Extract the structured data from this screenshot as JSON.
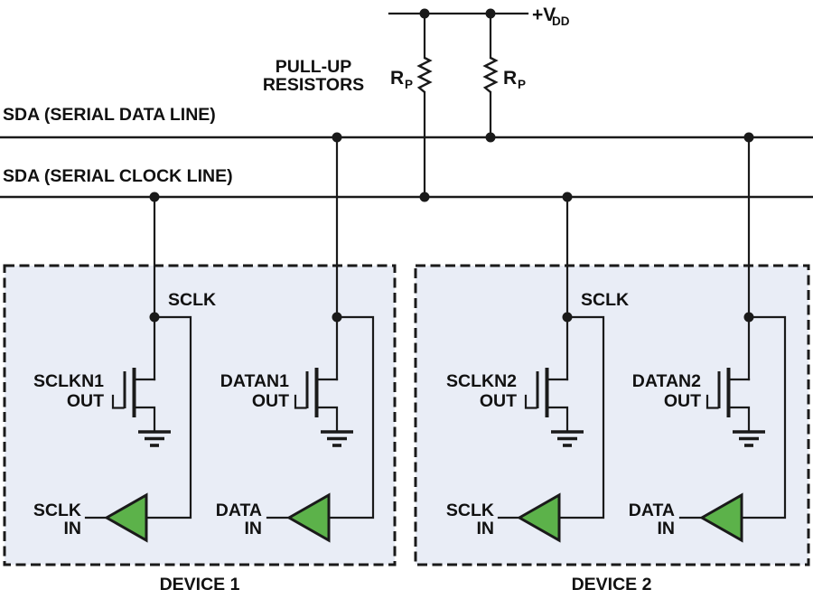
{
  "colors": {
    "wire": "#1a1a1a",
    "buffer_green": "#5cb24a",
    "device_fill": "#e9edf6",
    "text": "#111111"
  },
  "power": {
    "vdd_label": "+V",
    "vdd_subscript": "DD"
  },
  "pullup": {
    "caption_line1": "PULL-UP",
    "caption_line2": "RESISTORS",
    "resistor_label": "R",
    "resistor_subscript": "P"
  },
  "bus": {
    "data_line_label": "SDA (SERIAL DATA LINE)",
    "clock_line_label": "SDA (SERIAL CLOCK LINE)"
  },
  "devices": [
    {
      "name": "DEVICE 1",
      "internal_clock_label": "SCLK",
      "clock_fet_label_line1": "SCLKN1",
      "clock_fet_label_line2": "OUT",
      "data_fet_label_line1": "DATAN1",
      "data_fet_label_line2": "OUT",
      "clock_input_label_line1": "SCLK",
      "clock_input_label_line2": "IN",
      "data_input_label_line1": "DATA",
      "data_input_label_line2": "IN"
    },
    {
      "name": "DEVICE 2",
      "internal_clock_label": "SCLK",
      "clock_fet_label_line1": "SCLKN2",
      "clock_fet_label_line2": "OUT",
      "data_fet_label_line1": "DATAN2",
      "data_fet_label_line2": "OUT",
      "clock_input_label_line1": "SCLK",
      "clock_input_label_line2": "IN",
      "data_input_label_line1": "DATA",
      "data_input_label_line2": "IN"
    }
  ]
}
